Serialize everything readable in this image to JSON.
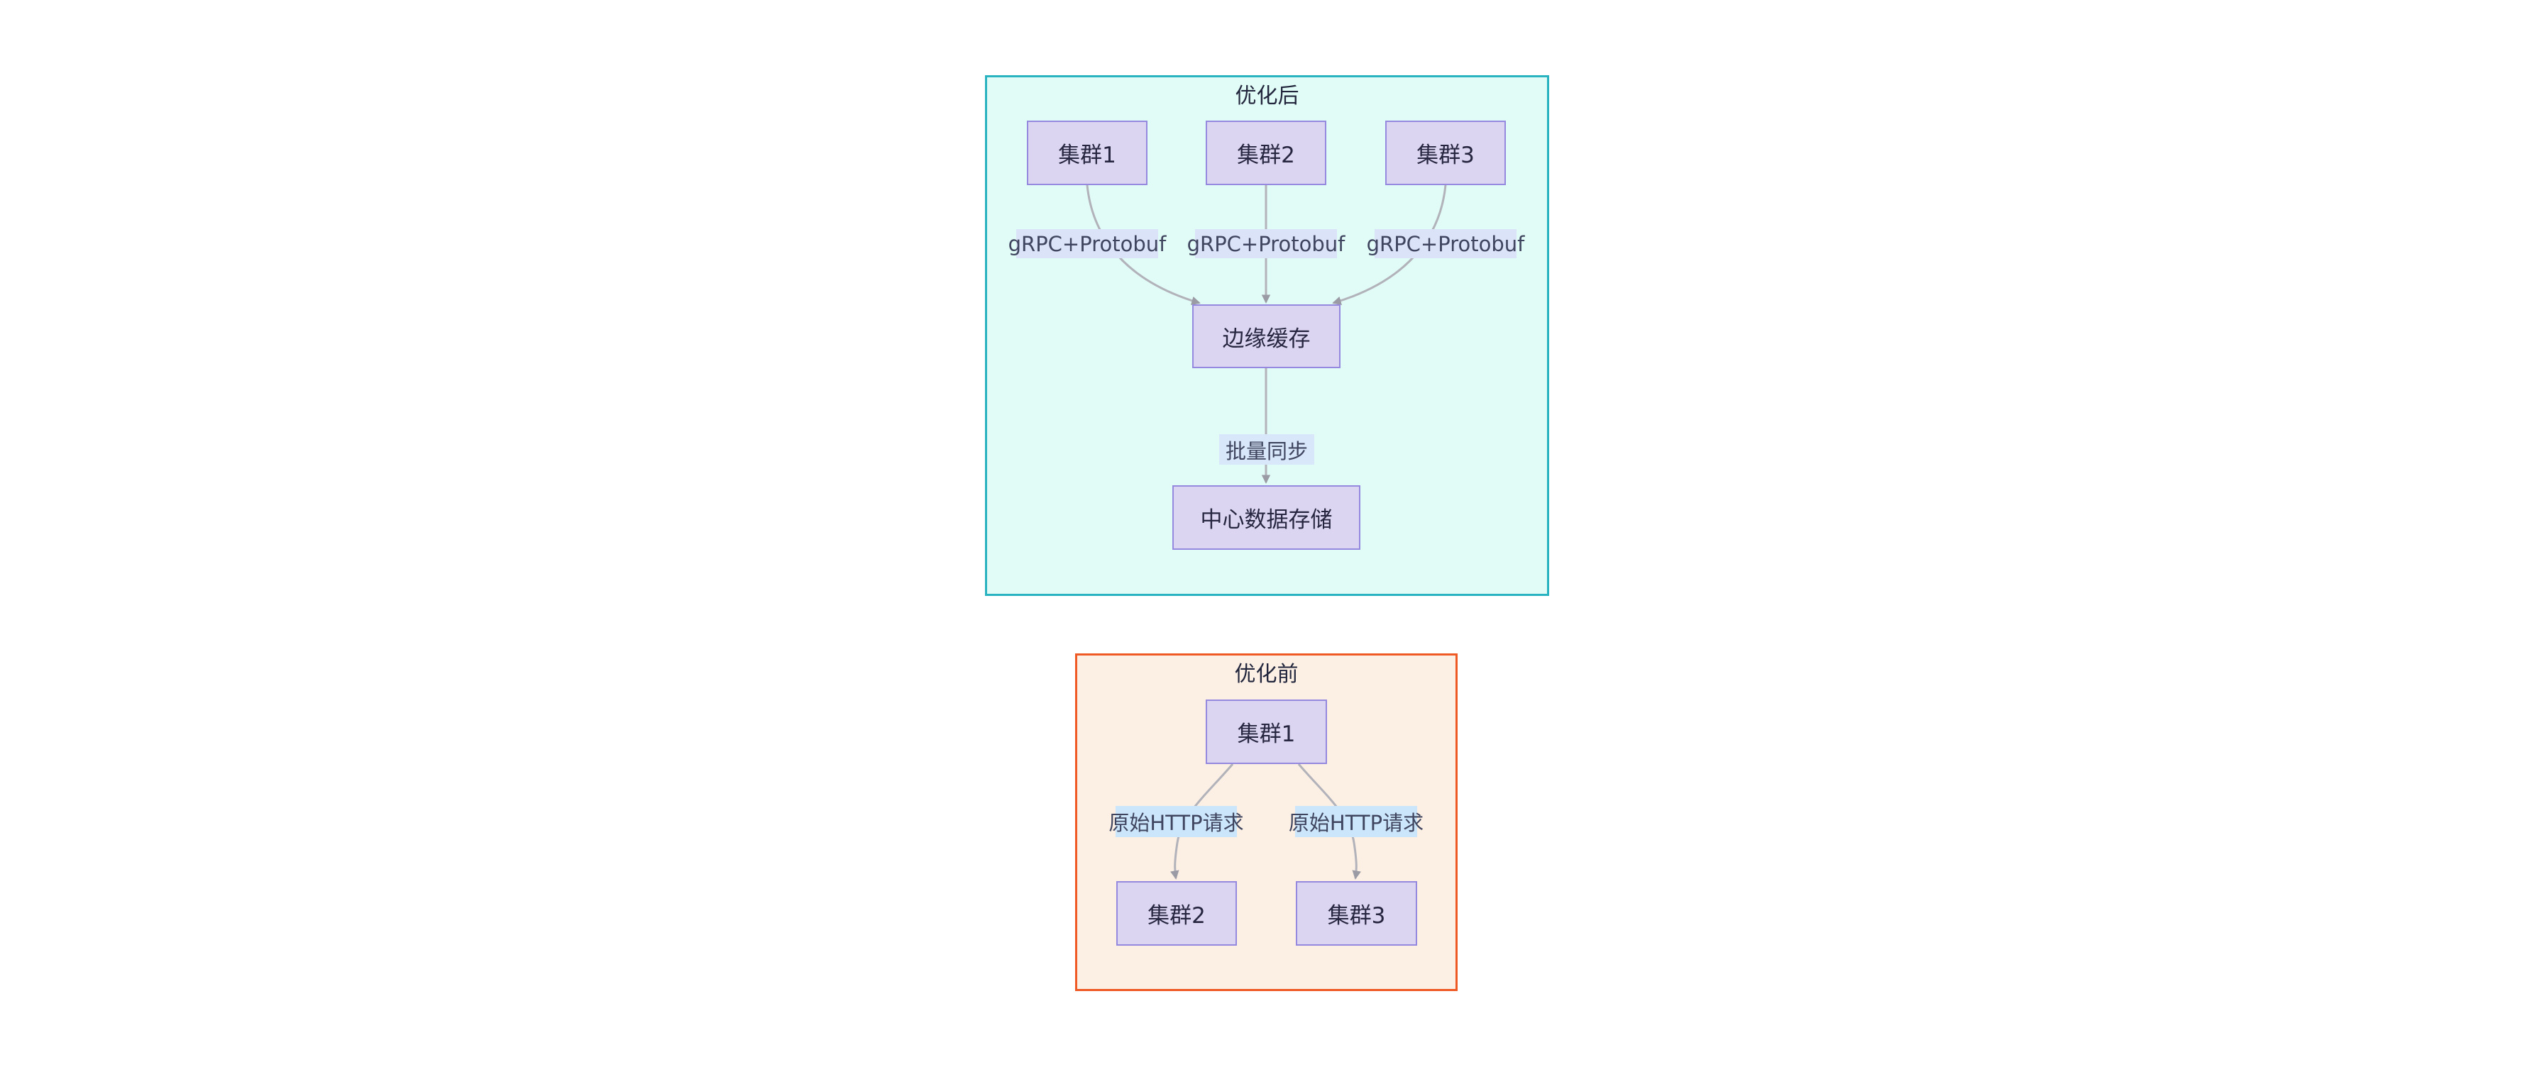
{
  "after": {
    "title": "优化后",
    "cluster1": "集群1",
    "cluster2": "集群2",
    "cluster3": "集群3",
    "edge_cache": "边缘缓存",
    "central_store": "中心数据存储",
    "label1": "gRPC+Protobuf",
    "label2": "gRPC+Protobuf",
    "label3": "gRPC+Protobuf",
    "sync_label": "批量同步"
  },
  "before": {
    "title": "优化前",
    "cluster1": "集群1",
    "cluster2": "集群2",
    "cluster3": "集群3",
    "label_left": "原始HTTP请求",
    "label_right": "原始HTTP请求"
  },
  "colors": {
    "page_background": "#ffffff",
    "after_cluster_fill": "#e1fbf6",
    "after_cluster_border": "#29b3c1",
    "before_cluster_fill": "#fcefe4",
    "before_cluster_border": "#ef5a24",
    "node_fill": "#dcd5f2",
    "node_border": "#9488df",
    "node_text": "#262640",
    "edge_line": "#b2b2ba",
    "arrowhead": "#9b9ba5",
    "edge_label_bg_after": "#dbe3f8",
    "edge_label_bg_sync": "#d8e7fa",
    "edge_label_bg_before": "#cbe6fa",
    "edge_label_text": "#3f455f"
  }
}
